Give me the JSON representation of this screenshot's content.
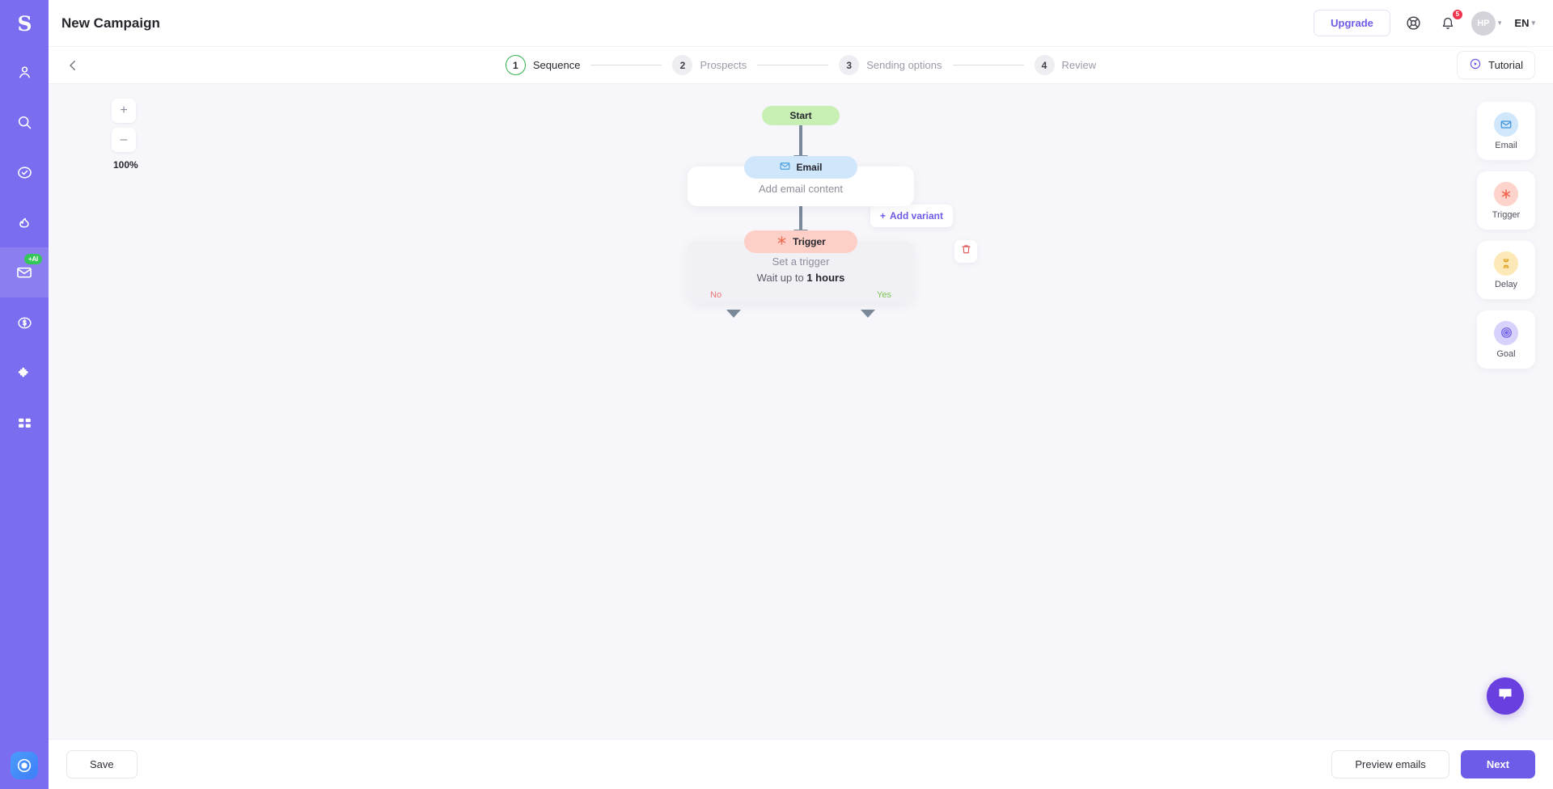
{
  "rail": {
    "logo": "S",
    "items": [
      {
        "name": "contacts",
        "icon": "person-icon"
      },
      {
        "name": "search",
        "icon": "search-icon"
      },
      {
        "name": "tasks",
        "icon": "check-circle-icon"
      },
      {
        "name": "activity",
        "icon": "flame-icon"
      },
      {
        "name": "campaigns",
        "icon": "envelope-icon",
        "badge": "+AI",
        "active": true
      },
      {
        "name": "billing",
        "icon": "dollar-circle-icon"
      },
      {
        "name": "integrations",
        "icon": "puzzle-icon"
      },
      {
        "name": "apps",
        "icon": "grid-icon"
      }
    ],
    "bottom_widget": "record-icon"
  },
  "header": {
    "title": "New Campaign",
    "upgrade_label": "Upgrade",
    "help_icon": "lifebuoy-icon",
    "bell_icon": "bell-icon",
    "notification_count": "5",
    "avatar_initials": "HP",
    "language": "EN",
    "caret": "▾"
  },
  "stepper": {
    "back_icon": "arrow-left-icon",
    "steps": [
      {
        "num": "1",
        "label": "Sequence",
        "current": true
      },
      {
        "num": "2",
        "label": "Prospects",
        "current": false
      },
      {
        "num": "3",
        "label": "Sending options",
        "current": false
      },
      {
        "num": "4",
        "label": "Review",
        "current": false
      }
    ],
    "tutorial_label": "Tutorial",
    "tutorial_icon": "play-circle-icon"
  },
  "canvas": {
    "zoom": {
      "plus": "+",
      "minus": "–",
      "percent": "100%"
    },
    "flow": {
      "start_label": "Start",
      "email": {
        "pill_label": "Email",
        "pill_icon": "envelope-icon",
        "body_text": "Add email content",
        "add_variant_label": "Add variant",
        "add_variant_icon": "plus-icon"
      },
      "trigger": {
        "pill_label": "Trigger",
        "pill_icon": "asterisk-icon",
        "body_text": "Set a trigger",
        "wait_prefix": "Wait up to",
        "wait_value": "1 hours",
        "branch_no": "No",
        "branch_yes": "Yes",
        "delete_icon": "trash-icon"
      }
    },
    "palette": [
      {
        "label": "Email",
        "icon": "envelope-icon",
        "tone": "ic-email"
      },
      {
        "label": "Trigger",
        "icon": "asterisk-icon",
        "tone": "ic-trigger"
      },
      {
        "label": "Delay",
        "icon": "hourglass-icon",
        "tone": "ic-delay"
      },
      {
        "label": "Goal",
        "icon": "target-icon",
        "tone": "ic-goal"
      }
    ],
    "chat_icon": "chat-bubble-icon"
  },
  "footer": {
    "save_label": "Save",
    "preview_label": "Preview emails",
    "next_label": "Next"
  },
  "colors": {
    "brand": "#7a6df0",
    "primary": "#6c5ce7",
    "start": "#c8efb4",
    "email": "#cfe6fb",
    "trigger": "#fdcfc6",
    "delay": "#fde9b8",
    "goal": "#d7d2fb",
    "danger": "#f0334e",
    "success": "#2eb34a",
    "canvas_bg": "#f7f7fb"
  }
}
